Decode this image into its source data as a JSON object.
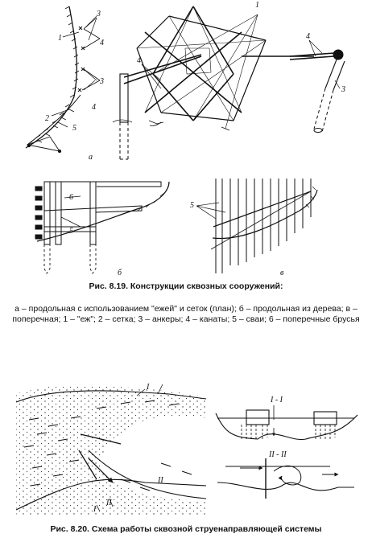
{
  "figure_819": {
    "caption": "Рис. 8.19. Конструкции сквозных сооружений:",
    "legend": "а – продольная с использованием \"ежей\" и сеток (план); б – продольная из дерева; в – поперечная; 1 – \"еж\"; 2 – сетка; 3 – анкеры; 4 – канаты; 5 – сваи; 6 – поперечные брусья",
    "panel_labels": {
      "a": "а",
      "b": "б",
      "v": "в"
    },
    "callouts": {
      "n1": "1",
      "n2": "2",
      "n3": "3",
      "n4": "4",
      "n5": "5",
      "n6": "6"
    }
  },
  "figure_820": {
    "caption": "Рис. 8.20. Схема работы сквозной струенаправляющей системы",
    "section_labels": {
      "s1": "I - I",
      "s2": "II - II",
      "r1": "I",
      "r2": "II"
    }
  }
}
